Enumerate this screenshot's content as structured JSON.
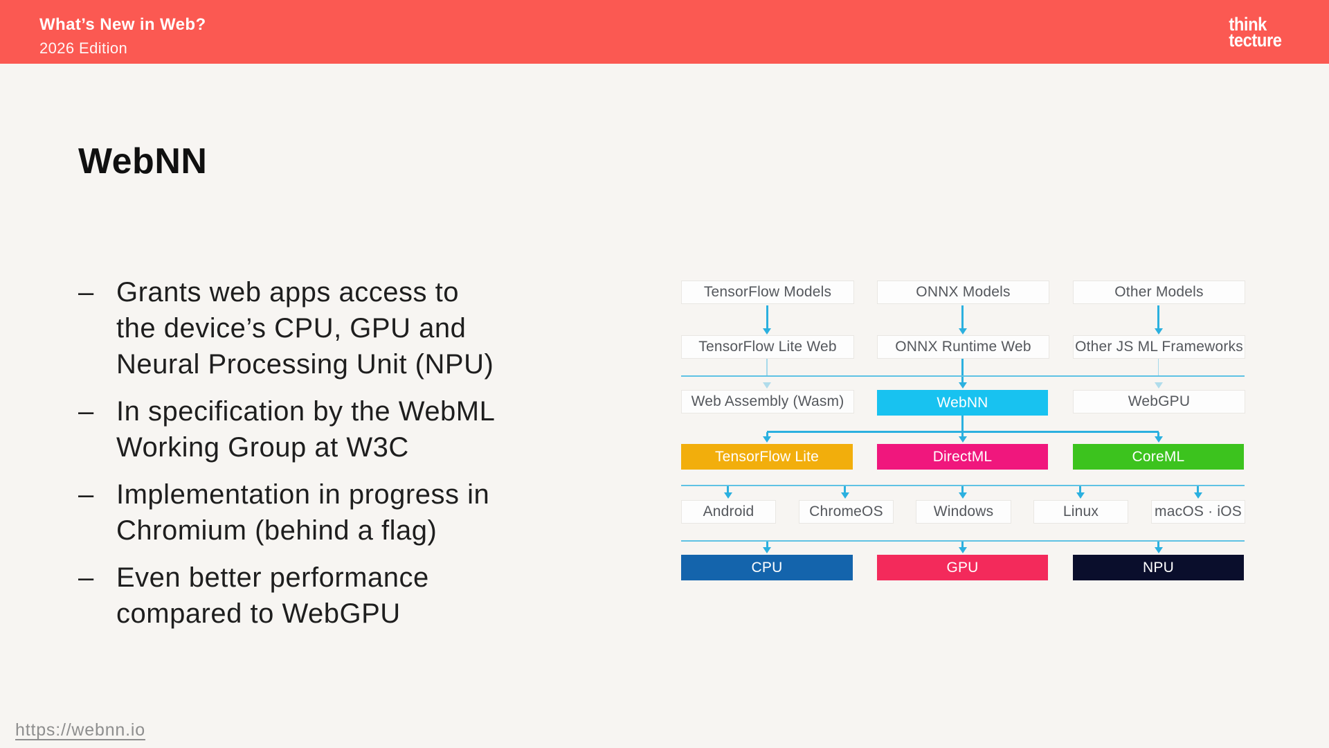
{
  "header": {
    "title": "What’s New in Web?",
    "subtitle": "2026 Edition",
    "logo_line1": "think",
    "logo_line2": "tecture",
    "bg_color": "#FB5952"
  },
  "slide": {
    "title": "WebNN",
    "bullet_marker": "–",
    "bullets": [
      "Grants web apps access to\nthe device’s CPU, GPU and\nNeural Processing Unit (NPU)",
      "In specification by the WebML\nWorking Group at W3C",
      "Implementation in progress in\nChromium (behind a flag)",
      "Even better performance\ncompared to WebGPU"
    ],
    "footer_link": "https://webnn.io"
  },
  "diagram": {
    "arrow_color": "#2BB0DF",
    "rows": [
      {
        "name": "models",
        "layout": "cols3",
        "boxes": [
          {
            "label": "TensorFlow Models"
          },
          {
            "label": "ONNX Models"
          },
          {
            "label": "Other Models"
          }
        ]
      },
      {
        "name": "js-frameworks",
        "layout": "cols3",
        "boxes": [
          {
            "label": "TensorFlow Lite Web"
          },
          {
            "label": "ONNX Runtime Web"
          },
          {
            "label": "Other JS ML Frameworks"
          }
        ]
      },
      {
        "name": "web-apis",
        "layout": "cols3",
        "boxes": [
          {
            "label": "Web Assembly (Wasm)"
          },
          {
            "label": "WebNN",
            "bg": "#18C2F0",
            "fg": "#FFFFFF"
          },
          {
            "label": "WebGPU"
          }
        ]
      },
      {
        "name": "native-apis",
        "layout": "cols3",
        "boxes": [
          {
            "label": "TensorFlow Lite",
            "bg": "#F2AE0C",
            "fg": "#FFFFFF"
          },
          {
            "label": "DirectML",
            "bg": "#F0177D",
            "fg": "#FFFFFF"
          },
          {
            "label": "CoreML",
            "bg": "#3CC31E",
            "fg": "#FFFFFF"
          }
        ]
      },
      {
        "name": "operating-systems",
        "layout": "cols5",
        "boxes": [
          {
            "label": "Android"
          },
          {
            "label": "ChromeOS"
          },
          {
            "label": "Windows"
          },
          {
            "label": "Linux"
          },
          {
            "label": "macOS · iOS"
          }
        ]
      },
      {
        "name": "hardware",
        "layout": "cols3",
        "boxes": [
          {
            "label": "CPU",
            "bg": "#1464AC",
            "fg": "#FFFFFF"
          },
          {
            "label": "GPU",
            "bg": "#F32A5B",
            "fg": "#FFFFFF"
          },
          {
            "label": "NPU",
            "bg": "#0A0E2C",
            "fg": "#FFFFFF"
          }
        ]
      }
    ]
  }
}
